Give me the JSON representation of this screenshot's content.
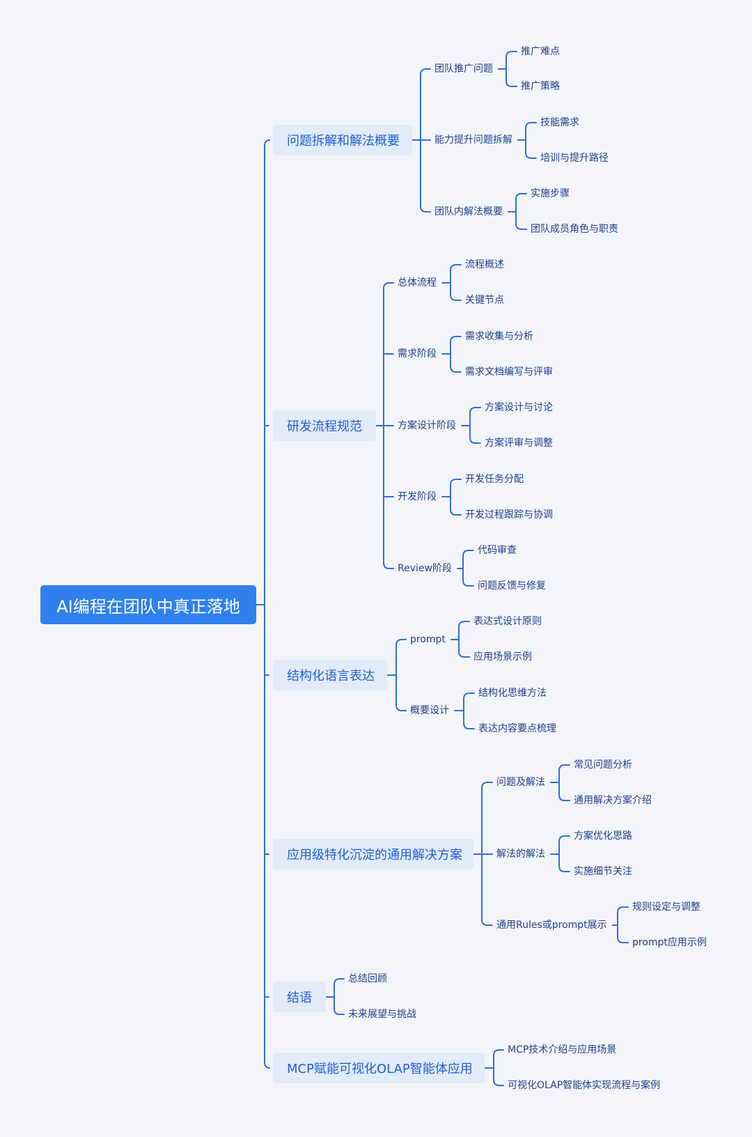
{
  "root": {
    "label": "AI编程在团队中真正落地"
  },
  "branches": [
    {
      "label": "问题拆解和解法概要",
      "children": [
        {
          "label": "团队推广问题",
          "children": [
            "推广难点",
            "推广策略"
          ]
        },
        {
          "label": "能力提升问题拆解",
          "children": [
            "技能需求",
            "培训与提升路径"
          ]
        },
        {
          "label": "团队内解法概要",
          "children": [
            "实施步骤",
            "团队成员角色与职责"
          ]
        }
      ]
    },
    {
      "label": "研发流程规范",
      "children": [
        {
          "label": "总体流程",
          "children": [
            "流程概述",
            "关键节点"
          ]
        },
        {
          "label": "需求阶段",
          "children": [
            "需求收集与分析",
            "需求文档编写与评审"
          ]
        },
        {
          "label": "方案设计阶段",
          "children": [
            "方案设计与讨论",
            "方案评审与调整"
          ]
        },
        {
          "label": "开发阶段",
          "children": [
            "开发任务分配",
            "开发过程跟踪与协调"
          ]
        },
        {
          "label": "Review阶段",
          "children": [
            "代码审查",
            "问题反馈与修复"
          ]
        }
      ]
    },
    {
      "label": "结构化语言表达",
      "children": [
        {
          "label": "prompt",
          "children": [
            "表达式设计原则",
            "应用场景示例"
          ]
        },
        {
          "label": "概要设计",
          "children": [
            "结构化思维方法",
            "表达内容要点梳理"
          ]
        }
      ]
    },
    {
      "label": "应用级特化沉淀的通用解决方案",
      "children": [
        {
          "label": "问题及解法",
          "children": [
            "常见问题分析",
            "通用解决方案介绍"
          ]
        },
        {
          "label": "解法的解法",
          "children": [
            "方案优化思路",
            "实施细节关注"
          ]
        },
        {
          "label": "通用Rules或prompt展示",
          "children": [
            "规则设定与调整",
            "prompt应用示例"
          ]
        }
      ]
    },
    {
      "label": "结语",
      "children": [
        "总结回顾",
        "未来展望与挑战"
      ]
    },
    {
      "label": "MCP赋能可视化OLAP智能体应用",
      "children": [
        "MCP技术介绍与应用场景",
        "可视化OLAP智能体实现流程与案例"
      ]
    }
  ],
  "colors": {
    "background": "#f4f5fa",
    "line": "#2f6fd8",
    "root_fill": "#2f80ed",
    "root_text": "#ffffff",
    "l1_fill": "#e2ebfa",
    "l1_text": "#1f5fd0",
    "leaf_text": "#1e3f8a"
  }
}
